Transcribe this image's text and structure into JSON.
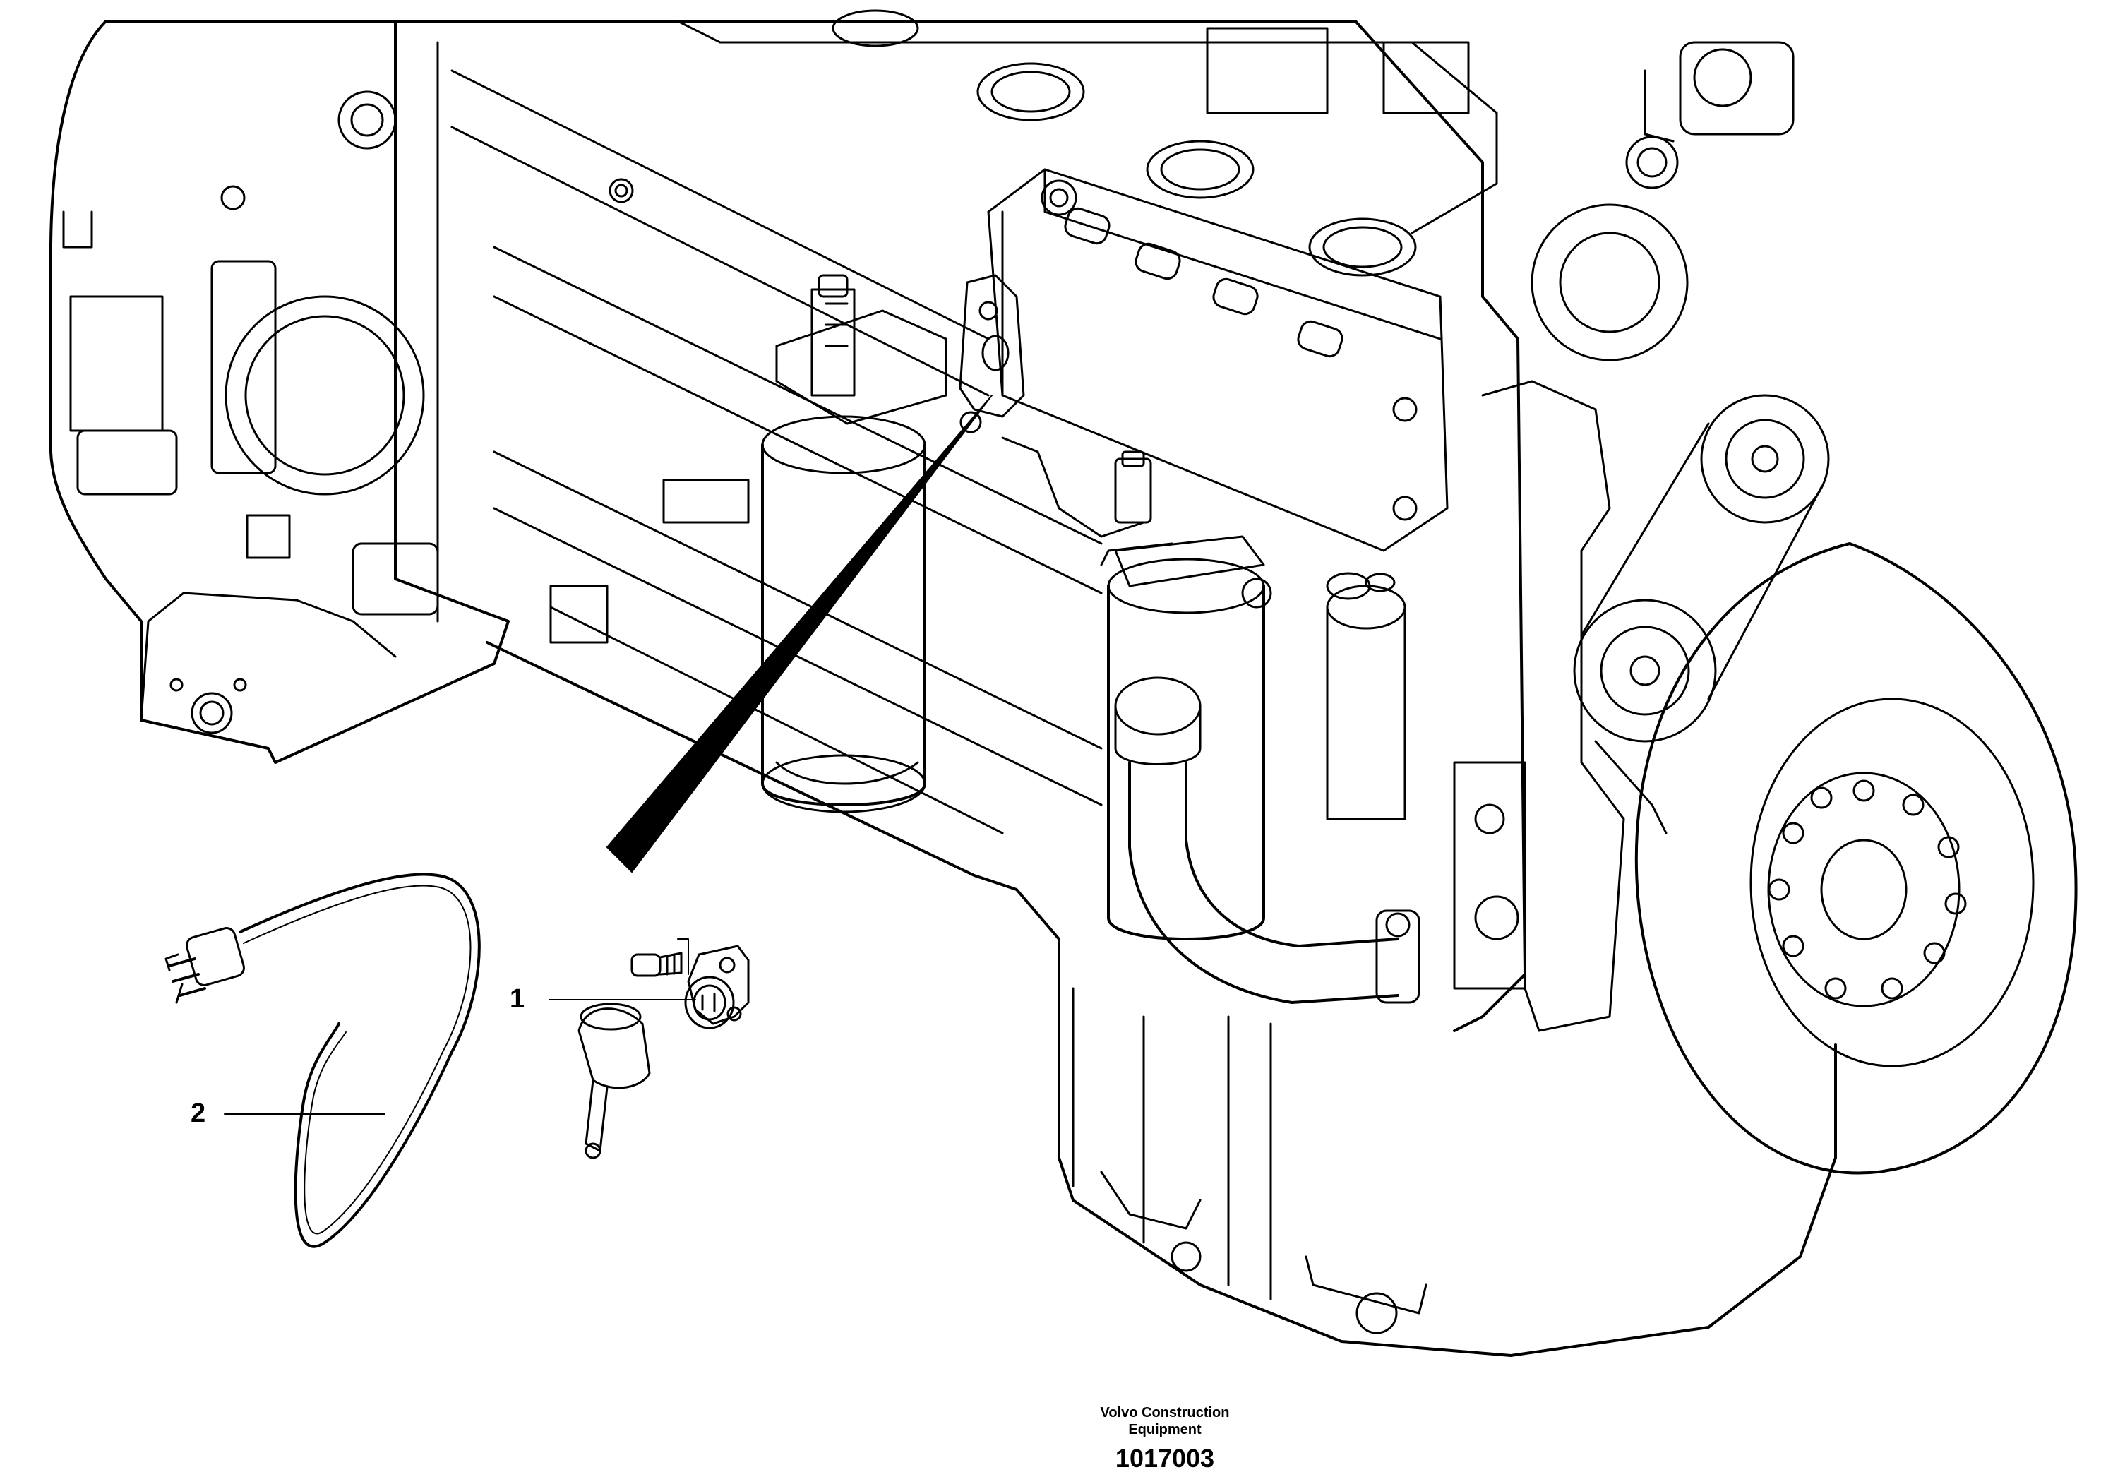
{
  "callouts": [
    {
      "number": "1"
    },
    {
      "number": "2"
    }
  ],
  "footer": {
    "brand_line1": "Volvo Construction",
    "brand_line2": "Equipment",
    "drawing_number": "1017003"
  },
  "colors": {
    "line": "#000000",
    "background": "#ffffff"
  }
}
